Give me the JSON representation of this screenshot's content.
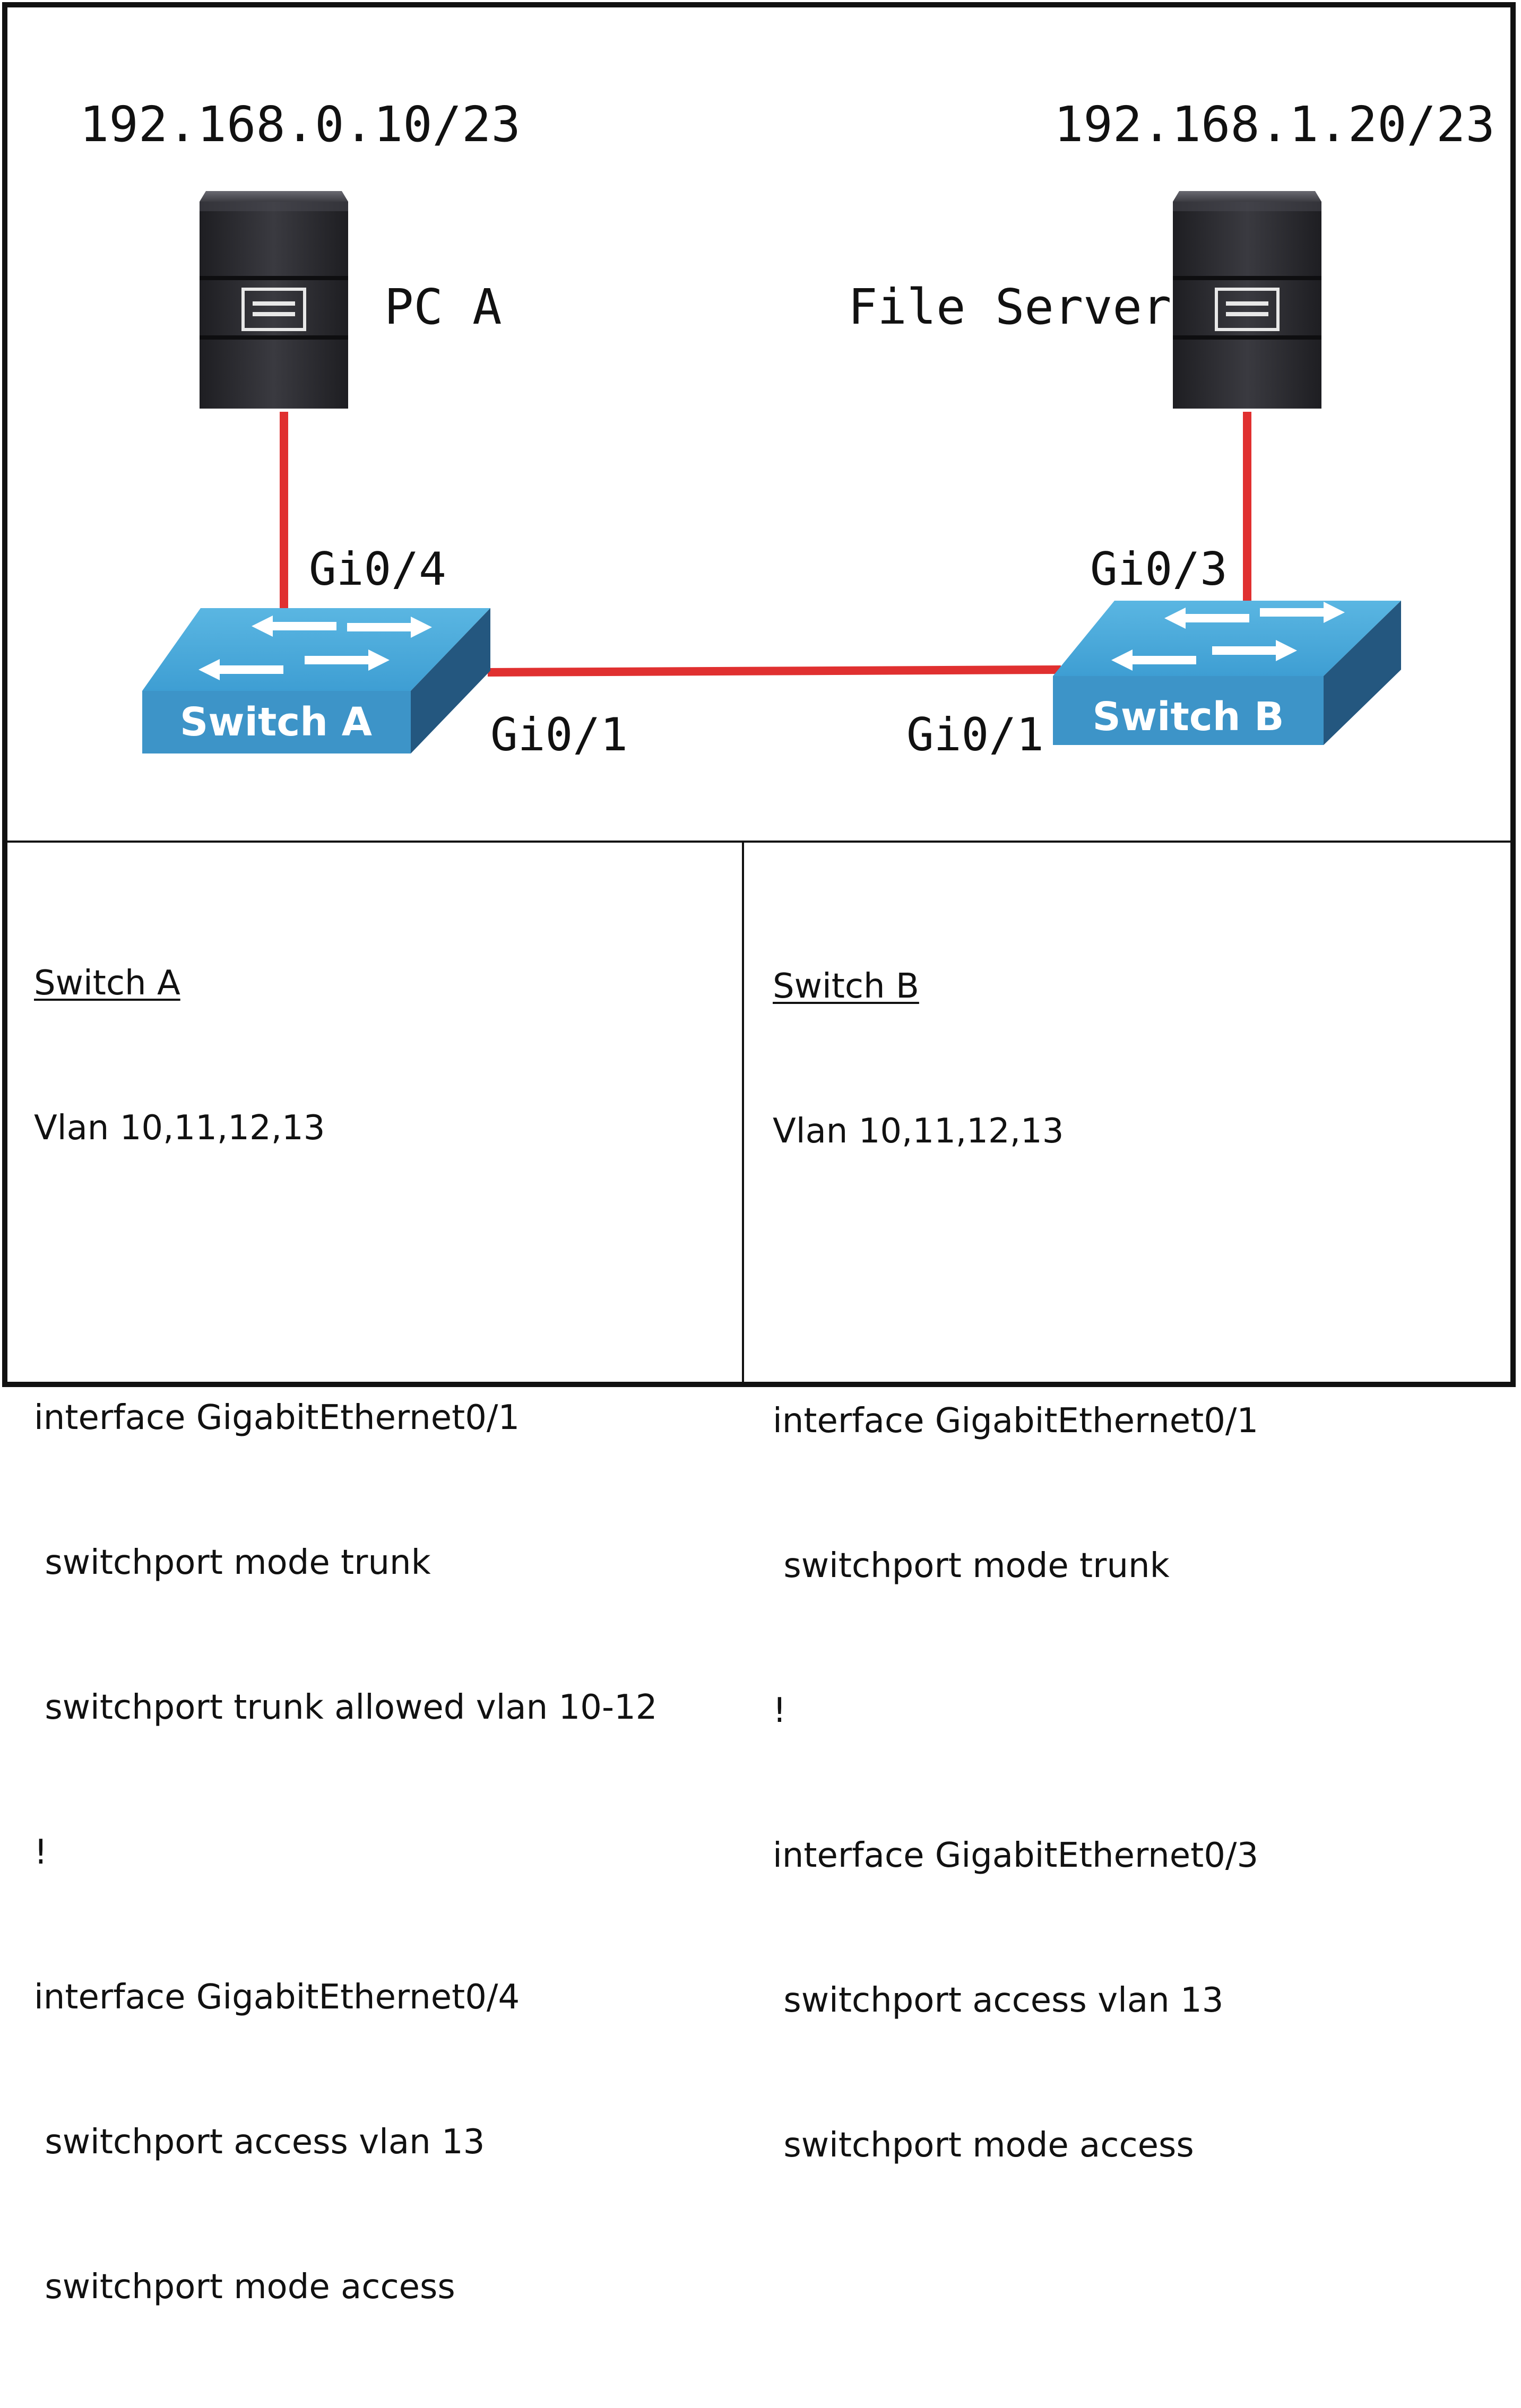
{
  "topology": {
    "pc_a": {
      "label": "PC A",
      "ip": "192.168.0.10/23"
    },
    "file_server": {
      "label": "File Server",
      "ip": "192.168.1.20/23"
    },
    "switch_a": {
      "label": "Switch A",
      "port_to_pc": "Gi0/4",
      "port_to_switch": "Gi0/1"
    },
    "switch_b": {
      "label": "Switch B",
      "port_to_server": "Gi0/3",
      "port_to_switch": "Gi0/1"
    },
    "colors": {
      "link": "#e03030",
      "switch_top": "#49a8d8",
      "switch_front": "#3d94c8",
      "switch_side": "#24577f",
      "server_body": "#2a2a2e",
      "frame": "#111111"
    }
  },
  "config": {
    "switch_a": {
      "title": "Switch A",
      "lines": [
        "Vlan 10,11,12,13",
        "",
        "interface GigabitEthernet0/1",
        " switchport mode trunk",
        " switchport trunk allowed vlan 10-12",
        "!",
        "interface GigabitEthernet0/4",
        " switchport access vlan 13",
        " switchport mode access"
      ]
    },
    "switch_b": {
      "title": "Switch B",
      "lines": [
        "Vlan 10,11,12,13",
        "",
        "interface GigabitEthernet0/1",
        " switchport mode trunk",
        "!",
        "interface GigabitEthernet0/3",
        " switchport access vlan 13",
        " switchport mode access"
      ]
    }
  }
}
